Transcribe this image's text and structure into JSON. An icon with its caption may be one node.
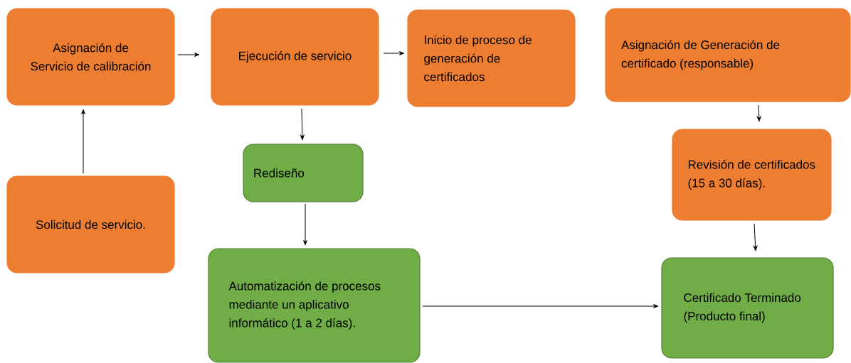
{
  "diagram": {
    "nodes": [
      {
        "text": [
          "Asignación de Servicio de calibración"
        ]
      },
      {
        "text": [
          "Ejecución de servicio"
        ]
      },
      {
        "text": [
          "Inicio de proceso de generación de certificados"
        ]
      },
      {
        "text": [
          "Asignación de Generación de certificado (responsable)"
        ]
      },
      {
        "text": [
          "Solicitud de servicio."
        ]
      },
      {
        "text": [
          "Rediseño"
        ]
      },
      {
        "text": [
          "Revisión de certificados (15 a 30 días)."
        ]
      },
      {
        "text": [
          "Automatización de procesos mediante un aplicativo informático (1 a 2 días)."
        ]
      },
      {
        "text": [
          "Certificado Terminado (Producto final)"
        ]
      }
    ],
    "edges": [
      {
        "from": 4,
        "to": 0,
        "arrow": "to"
      },
      {
        "from": 0,
        "to": 1,
        "arrow": "to"
      },
      {
        "from": 1,
        "to": 2,
        "arrow": "to"
      },
      {
        "from": 1,
        "to": 5,
        "arrow": "to"
      },
      {
        "from": 5,
        "to": 7,
        "arrow": "to"
      },
      {
        "from": 3,
        "to": 6,
        "arrow": "to"
      },
      {
        "from": 6,
        "to": 8,
        "arrow": "to"
      },
      {
        "from": 7,
        "to": 8,
        "arrow": "to"
      }
    ]
  }
}
